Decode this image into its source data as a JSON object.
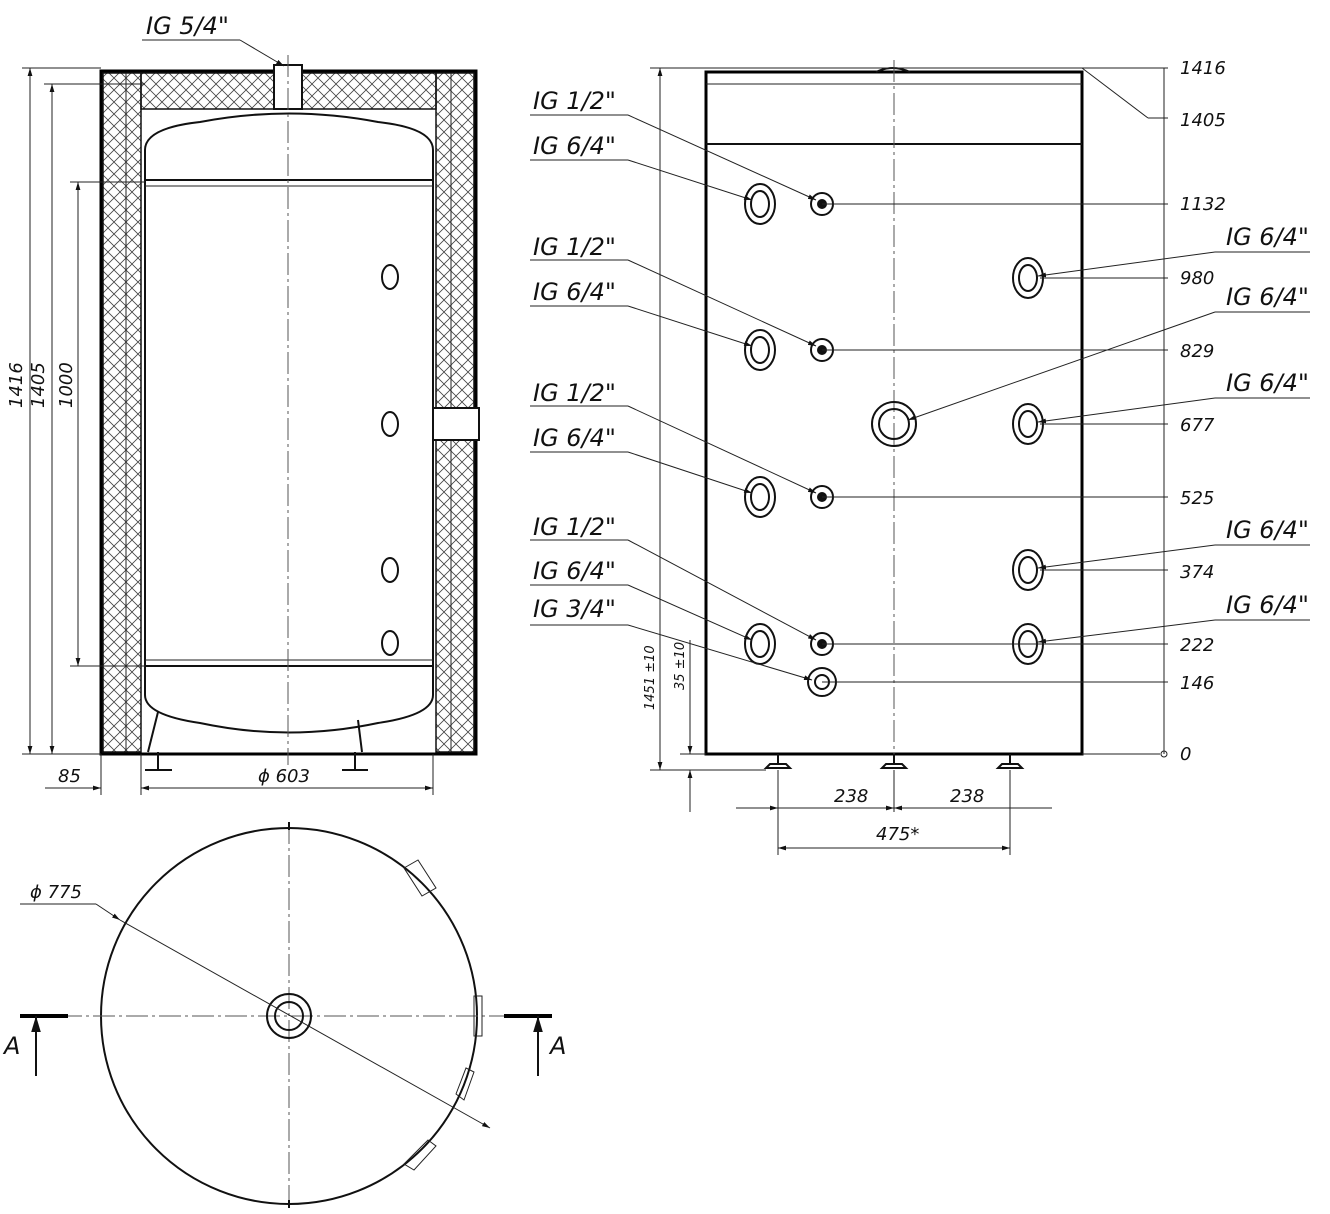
{
  "section_view": {
    "top_connection": "IG 5/4\"",
    "dim_total_height": "1416",
    "dim_vessel_height": "1405",
    "dim_sensor_span": "1000",
    "dim_insulation": "85",
    "dim_vessel_diameter": "ϕ 603"
  },
  "side_view": {
    "left_labels": [
      "IG 1/2\"",
      "IG 6/4\"",
      "IG 1/2\"",
      "IG 6/4\"",
      "IG 1/2\"",
      "IG 6/4\"",
      "IG 1/2\"",
      "IG 6/4\"",
      "IG 3/4\""
    ],
    "right_labels": [
      "IG 6/4\"",
      "IG 6/4\"",
      "IG 6/4\"",
      "IG 6/4\"",
      "IG 6/4\""
    ],
    "heights": [
      "1416",
      "1405",
      "1132",
      "980",
      "829",
      "677",
      "525",
      "374",
      "222",
      "146",
      "0"
    ],
    "dim_overall": "1451 ±10",
    "dim_feet": "35 ±10",
    "dim_feet_left": "238",
    "dim_feet_right": "238",
    "dim_feet_span": "475*"
  },
  "top_view": {
    "dim_diameter": "ϕ 775",
    "section_mark_left": "A",
    "section_mark_right": "A"
  }
}
